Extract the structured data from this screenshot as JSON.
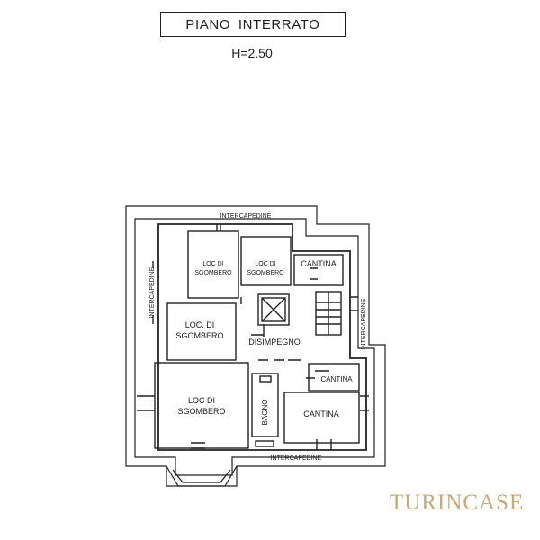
{
  "title": "PIANO  INTERRATO",
  "height": "H=2.50",
  "brand": "TURINCASE",
  "labels": {
    "intercapedine_top": "INTERCAPEDINE",
    "intercapedine_left": "INTERCAPEDINE",
    "intercapedine_right": "INTERCAPEDINE",
    "intercapedine_bottom": "INTERCAPEDINE",
    "loc1_a": "LOC DI",
    "loc1_b": "SGOMBERO",
    "loc2_a": "LOC DI",
    "loc2_b": "SGOMBERO",
    "loc3_a": "LOC. DI",
    "loc3_b": "SGOMBERO",
    "loc4_a": "LOC DI",
    "loc4_b": "SGOMBERO",
    "cantina_top": "CANTINA",
    "disimpegno": "DISIMPEGNO",
    "cantina_mid": "CANTINA",
    "cantina_big": "CANTINA",
    "bagno": "BAGNO"
  },
  "colors": {
    "line": "#222222",
    "brand": "#c9a978"
  }
}
